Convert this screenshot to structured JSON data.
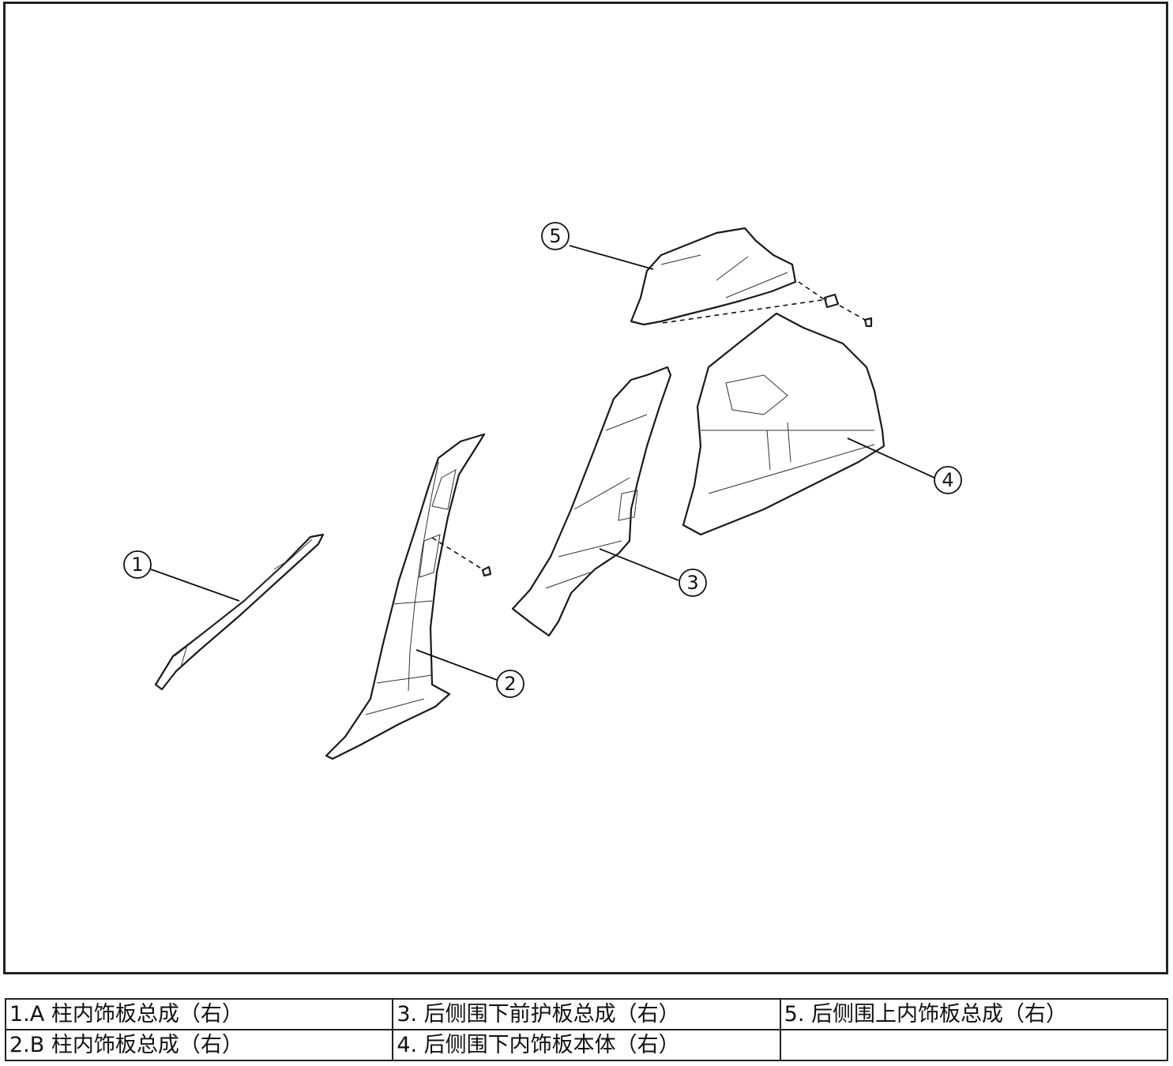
{
  "callouts": {
    "c1": "1",
    "c2": "2",
    "c3": "3",
    "c4": "4",
    "c5": "5"
  },
  "legend": {
    "row1": [
      "1.A 柱内饰板总成（右）",
      "3. 后侧围下前护板总成（右）",
      "5. 后侧围上内饰板总成（右）"
    ],
    "row2": [
      "2.B 柱内饰板总成（右）",
      "4. 后侧围下内饰板本体（右）",
      ""
    ]
  },
  "parts": [
    {
      "id": "1",
      "icon": "a-pillar-trim-icon"
    },
    {
      "id": "2",
      "icon": "b-pillar-trim-icon"
    },
    {
      "id": "3",
      "icon": "rear-quarter-lower-front-trim-icon"
    },
    {
      "id": "4",
      "icon": "rear-quarter-lower-trim-body-icon"
    },
    {
      "id": "5",
      "icon": "rear-quarter-upper-trim-icon"
    }
  ]
}
